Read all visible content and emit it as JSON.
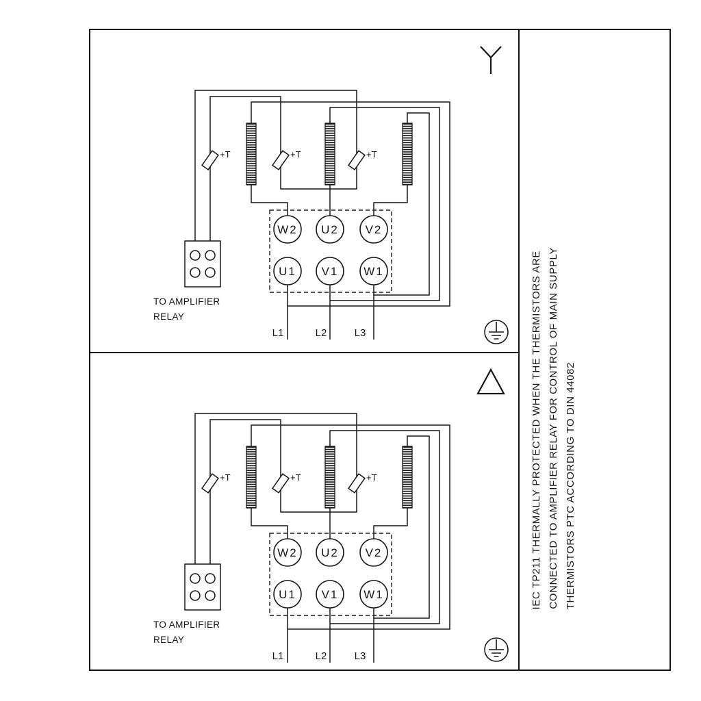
{
  "sheet": {
    "panels": [
      {
        "id": "top",
        "connection": "star"
      },
      {
        "id": "bottom",
        "connection": "delta"
      }
    ]
  },
  "diagram": {
    "terminals_top": [
      "W2",
      "U2",
      "V2"
    ],
    "terminals_bottom": [
      "U1",
      "V1",
      "W1"
    ],
    "thermistor_label": "+T",
    "relay_caption": [
      "TO AMPLIFIER",
      "RELAY"
    ],
    "supply_lines": [
      "L1",
      "L2",
      "L3"
    ]
  },
  "note": {
    "lines": [
      "IEC TP211 THERMALLY PROTECTED WHEN THE THERMISTORS ARE",
      "CONNECTED TO AMPLIFIER RELAY FOR CONTROL OF MAIN SUPPLY",
      "THERMISTORS PTC ACCORDING TO DIN 44082"
    ]
  },
  "colors": {
    "ink": "#161616",
    "background": "#ffffff"
  }
}
